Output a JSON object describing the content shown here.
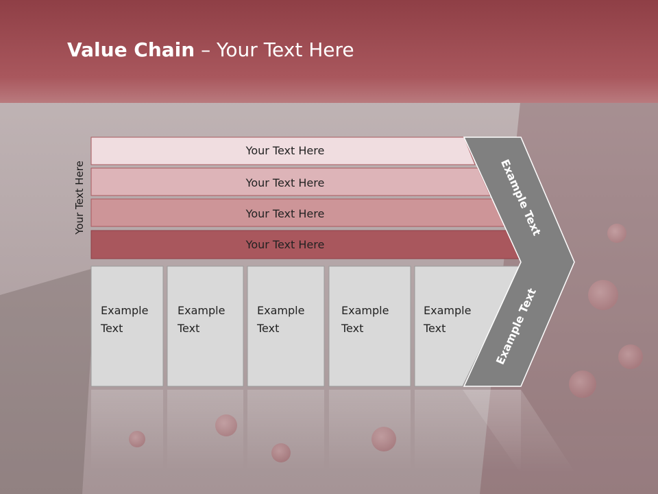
{
  "title": {
    "bold": "Value Chain",
    "rest": " – Your Text Here"
  },
  "side_label": "Your Text Here",
  "bands": [
    "Your Text Here",
    "Your Text Here",
    "Your Text Here",
    "Your Text Here"
  ],
  "boxes": [
    "Example\nText",
    "Example\nText",
    "Example\nText",
    "Example\nText",
    "Example\nText"
  ],
  "chevron": {
    "upper": "Example Text",
    "lower": "Example Text"
  },
  "colors": {
    "header": "#a35258",
    "band1": "#f0dde0",
    "band2": "#ddb4b8",
    "band3": "#cd9598",
    "band4": "#a9575d",
    "box": "#d9d9d9",
    "chevron": "#808080"
  }
}
